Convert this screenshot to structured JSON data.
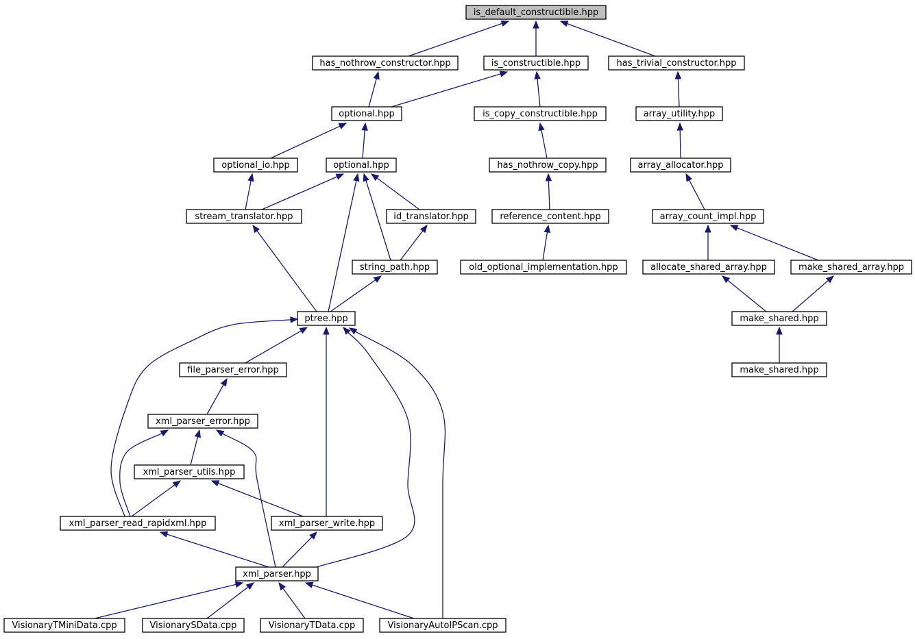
{
  "graph": {
    "type": "include-dependency-graph",
    "root": "is_default",
    "nodes": [
      {
        "id": "is_default",
        "label": "is_default_constructible.hpp",
        "root": true
      },
      {
        "id": "has_nothrow_ctor",
        "label": "has_nothrow_constructor.hpp"
      },
      {
        "id": "is_constructible",
        "label": "is_constructible.hpp"
      },
      {
        "id": "has_trivial_ctor",
        "label": "has_trivial_constructor.hpp"
      },
      {
        "id": "optional1",
        "label": "optional.hpp"
      },
      {
        "id": "is_copy_constructible",
        "label": "is_copy_constructible.hpp"
      },
      {
        "id": "array_utility",
        "label": "array_utility.hpp"
      },
      {
        "id": "optional_io",
        "label": "optional_io.hpp"
      },
      {
        "id": "optional2",
        "label": "optional.hpp"
      },
      {
        "id": "has_nothrow_copy",
        "label": "has_nothrow_copy.hpp"
      },
      {
        "id": "array_allocator",
        "label": "array_allocator.hpp"
      },
      {
        "id": "stream_translator",
        "label": "stream_translator.hpp"
      },
      {
        "id": "id_translator",
        "label": "id_translator.hpp"
      },
      {
        "id": "reference_content",
        "label": "reference_content.hpp"
      },
      {
        "id": "array_count_impl",
        "label": "array_count_impl.hpp"
      },
      {
        "id": "string_path",
        "label": "string_path.hpp"
      },
      {
        "id": "old_optional_impl",
        "label": "old_optional_implementation.hpp"
      },
      {
        "id": "allocate_shared_array",
        "label": "allocate_shared_array.hpp"
      },
      {
        "id": "make_shared_array",
        "label": "make_shared_array.hpp"
      },
      {
        "id": "ptree",
        "label": "ptree.hpp"
      },
      {
        "id": "make_shared1",
        "label": "make_shared.hpp"
      },
      {
        "id": "file_parser_error",
        "label": "file_parser_error.hpp"
      },
      {
        "id": "make_shared2",
        "label": "make_shared.hpp"
      },
      {
        "id": "xml_parser_error",
        "label": "xml_parser_error.hpp"
      },
      {
        "id": "xml_parser_utils",
        "label": "xml_parser_utils.hpp"
      },
      {
        "id": "xml_parser_read_rapidxml",
        "label": "xml_parser_read_rapidxml.hpp"
      },
      {
        "id": "xml_parser_write",
        "label": "xml_parser_write.hpp"
      },
      {
        "id": "xml_parser",
        "label": "xml_parser.hpp"
      },
      {
        "id": "vis_tmini",
        "label": "VisionaryTMiniData.cpp"
      },
      {
        "id": "vis_s",
        "label": "VisionarySData.cpp"
      },
      {
        "id": "vis_t",
        "label": "VisionaryTData.cpp"
      },
      {
        "id": "vis_autoip",
        "label": "VisionaryAutoIPScan.cpp"
      }
    ],
    "edges": [
      {
        "from": "has_nothrow_ctor",
        "to": "is_default"
      },
      {
        "from": "is_constructible",
        "to": "is_default"
      },
      {
        "from": "has_trivial_ctor",
        "to": "is_default"
      },
      {
        "from": "optional1",
        "to": "has_nothrow_ctor"
      },
      {
        "from": "optional1",
        "to": "is_constructible"
      },
      {
        "from": "is_copy_constructible",
        "to": "is_constructible"
      },
      {
        "from": "array_utility",
        "to": "has_trivial_ctor"
      },
      {
        "from": "optional_io",
        "to": "optional1"
      },
      {
        "from": "optional2",
        "to": "optional1"
      },
      {
        "from": "has_nothrow_copy",
        "to": "is_copy_constructible"
      },
      {
        "from": "array_allocator",
        "to": "array_utility"
      },
      {
        "from": "stream_translator",
        "to": "optional_io"
      },
      {
        "from": "stream_translator",
        "to": "optional2"
      },
      {
        "from": "id_translator",
        "to": "optional2"
      },
      {
        "from": "string_path",
        "to": "optional2"
      },
      {
        "from": "ptree",
        "to": "optional2"
      },
      {
        "from": "reference_content",
        "to": "has_nothrow_copy"
      },
      {
        "from": "array_count_impl",
        "to": "array_allocator"
      },
      {
        "from": "string_path",
        "to": "id_translator"
      },
      {
        "from": "old_optional_impl",
        "to": "reference_content"
      },
      {
        "from": "allocate_shared_array",
        "to": "array_count_impl"
      },
      {
        "from": "make_shared_array",
        "to": "array_count_impl"
      },
      {
        "from": "ptree",
        "to": "stream_translator"
      },
      {
        "from": "ptree",
        "to": "string_path"
      },
      {
        "from": "make_shared1",
        "to": "allocate_shared_array"
      },
      {
        "from": "make_shared1",
        "to": "make_shared_array"
      },
      {
        "from": "make_shared2",
        "to": "make_shared1"
      },
      {
        "from": "file_parser_error",
        "to": "ptree"
      },
      {
        "from": "xml_parser_read_rapidxml",
        "to": "ptree"
      },
      {
        "from": "xml_parser_write",
        "to": "ptree"
      },
      {
        "from": "xml_parser",
        "to": "ptree"
      },
      {
        "from": "vis_autoip",
        "to": "ptree"
      },
      {
        "from": "xml_parser_error",
        "to": "file_parser_error"
      },
      {
        "from": "xml_parser_utils",
        "to": "xml_parser_error"
      },
      {
        "from": "xml_parser_read_rapidxml",
        "to": "xml_parser_error"
      },
      {
        "from": "xml_parser",
        "to": "xml_parser_error"
      },
      {
        "from": "xml_parser_read_rapidxml",
        "to": "xml_parser_utils"
      },
      {
        "from": "xml_parser_write",
        "to": "xml_parser_utils"
      },
      {
        "from": "xml_parser",
        "to": "xml_parser_read_rapidxml"
      },
      {
        "from": "xml_parser",
        "to": "xml_parser_write"
      },
      {
        "from": "vis_tmini",
        "to": "xml_parser"
      },
      {
        "from": "vis_s",
        "to": "xml_parser"
      },
      {
        "from": "vis_t",
        "to": "xml_parser"
      },
      {
        "from": "vis_autoip",
        "to": "xml_parser"
      }
    ]
  },
  "colors": {
    "edge": "#191970",
    "root_fill": "#bfbfbf",
    "node_fill": "#ffffff",
    "node_stroke": "#000000"
  }
}
